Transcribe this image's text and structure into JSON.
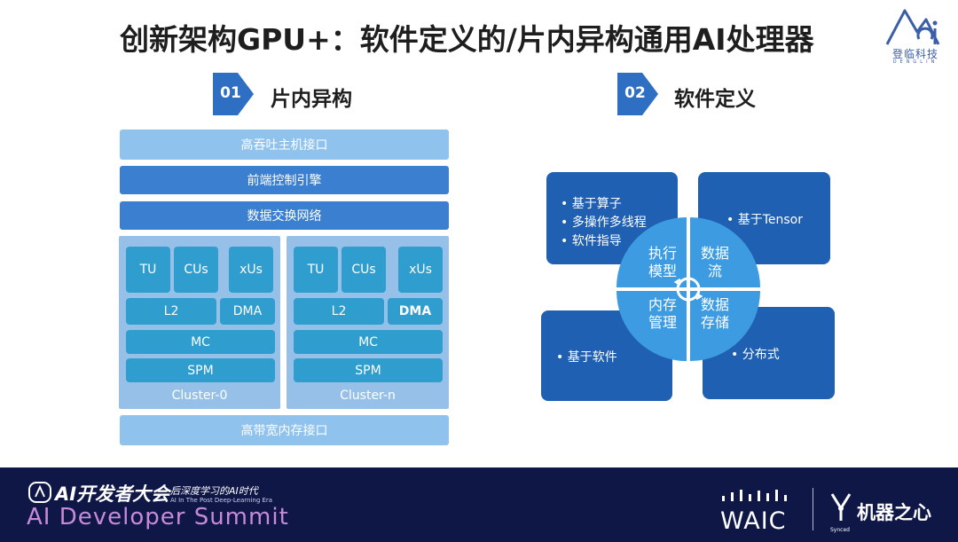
{
  "header": {
    "title": "创新架构GPU+：软件定义的/片内异构通用AI处理器",
    "logo_name": "登临科技",
    "logo_sub": "DENGLIN",
    "logo_color": "#3b5ea8"
  },
  "section_left": {
    "num": "01",
    "title": "片内异构",
    "bars_top": [
      "高吞吐主机接口",
      "前端控制引擎",
      "数据交换网络"
    ],
    "bar_bottom": "高带宽内存接口",
    "clusters": [
      {
        "units": [
          "TU",
          "CUs",
          "xUs"
        ],
        "l2": "L2",
        "dma": "DMA",
        "mc": "MC",
        "spm": "SPM",
        "label": "Cluster-0"
      },
      {
        "units": [
          "TU",
          "CUs",
          "xUs"
        ],
        "l2": "L2",
        "dma": "DMA",
        "mc": "MC",
        "spm": "SPM",
        "label": "Cluster-n"
      }
    ]
  },
  "section_right": {
    "num": "02",
    "title": "软件定义",
    "quadrants": {
      "tl": [
        "• 基于算子",
        "• 多操作多线程",
        "• 软件指导"
      ],
      "tr": [
        "• 基于Tensor"
      ],
      "bl": [
        "• 基于软件"
      ],
      "br": [
        "• 分布式"
      ]
    },
    "center": {
      "tl": [
        "执行",
        "模型"
      ],
      "tr": [
        "数据",
        "流"
      ],
      "bl": [
        "内存",
        "管理"
      ],
      "br": [
        "数据",
        "存储"
      ]
    }
  },
  "footer": {
    "event": "AI开发者大会",
    "subtitle_cn": "后深度学习的AI时代",
    "subtitle_en": "AI In The Post Deep-Learning Era",
    "summit": "AI Developer Summit",
    "waic": "WAIC",
    "partner": "机器之心",
    "partner_small": "Synced"
  },
  "colors": {
    "bar_light": "#8fc3ee",
    "bar_mid": "#3a7fd0",
    "cell": "#2f9ecf",
    "cluster_bg": "#97c0e8",
    "quad_dark": "#1f60b2",
    "circle": "#3d9be2",
    "footer_bg": "#0f1747"
  }
}
